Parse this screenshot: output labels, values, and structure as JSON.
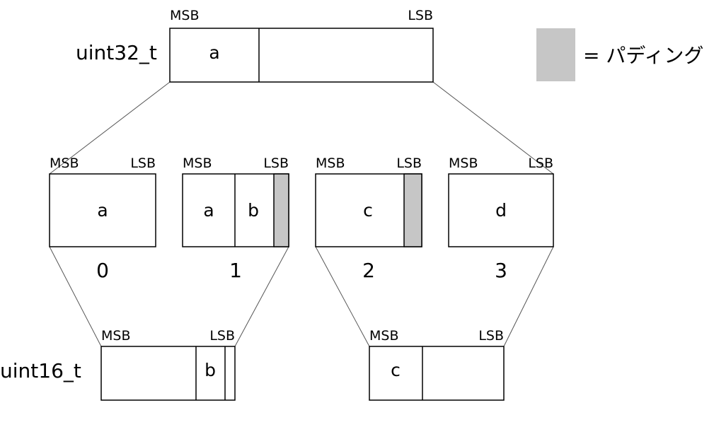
{
  "top": {
    "type_label": "uint32_t",
    "msb": "MSB",
    "lsb": "LSB",
    "field": "a"
  },
  "legend": {
    "text": "= パディング"
  },
  "bytes": [
    {
      "msb": "MSB",
      "lsb": "LSB",
      "fields": [
        "a"
      ],
      "index": "0"
    },
    {
      "msb": "MSB",
      "lsb": "LSB",
      "fields": [
        "a",
        "b"
      ],
      "index": "1"
    },
    {
      "msb": "MSB",
      "lsb": "LSB",
      "fields": [
        "c"
      ],
      "index": "2"
    },
    {
      "msb": "MSB",
      "lsb": "LSB",
      "fields": [
        "d"
      ],
      "index": "3"
    }
  ],
  "bottom": [
    {
      "type_label": "uint16_t",
      "msb": "MSB",
      "lsb": "LSB",
      "field": "b"
    },
    {
      "msb": "MSB",
      "lsb": "LSB",
      "field": "c"
    }
  ],
  "colors": {
    "padding": "#c6c6c6",
    "stroke": "#000000"
  }
}
